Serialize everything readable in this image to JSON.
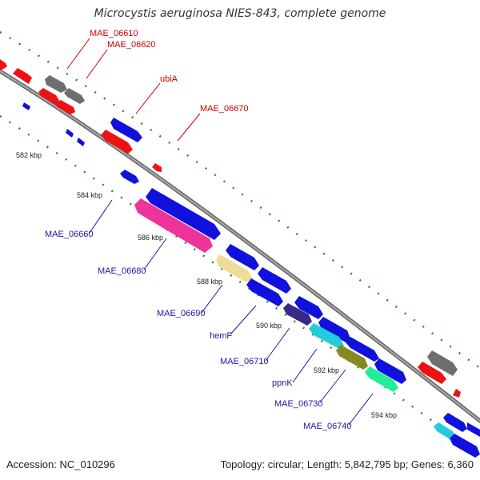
{
  "title": "Microcystis aeruginosa NIES-843, complete genome",
  "footer": {
    "accession": "Accession: NC_010296",
    "summary": "Topology: circular; Length: 5,842,795 bp; Genes: 6,360"
  },
  "colors": {
    "backbone": "#8a8a8a",
    "tick_dots": "#2a8a2a",
    "label_red": "#cc0000",
    "label_blue": "#1a1aa6",
    "gene_red": "#ee1111",
    "gene_blue": "#1111dd",
    "gene_gray": "#6e6e6e",
    "gene_pink": "#ee3399",
    "gene_yellow": "#eedd99",
    "gene_purple": "#3a2a88",
    "gene_cyan": "#22ccdd",
    "gene_olive": "#888822",
    "gene_green": "#22ee99"
  },
  "scale_labels": [
    "582 kbp",
    "584 kbp",
    "586 kbp",
    "588 kbp",
    "590 kbp",
    "592 kbp",
    "594 kbp"
  ],
  "gene_labels_top": [
    "MAE_06610",
    "MAE_06620",
    "ubiA",
    "MAE_06670"
  ],
  "gene_labels_bottom": [
    "MAE_06660",
    "MAE_06680",
    "MAE_06690",
    "hemF",
    "MAE_06710",
    "ppnK",
    "MAE_06730",
    "MAE_06740"
  ]
}
